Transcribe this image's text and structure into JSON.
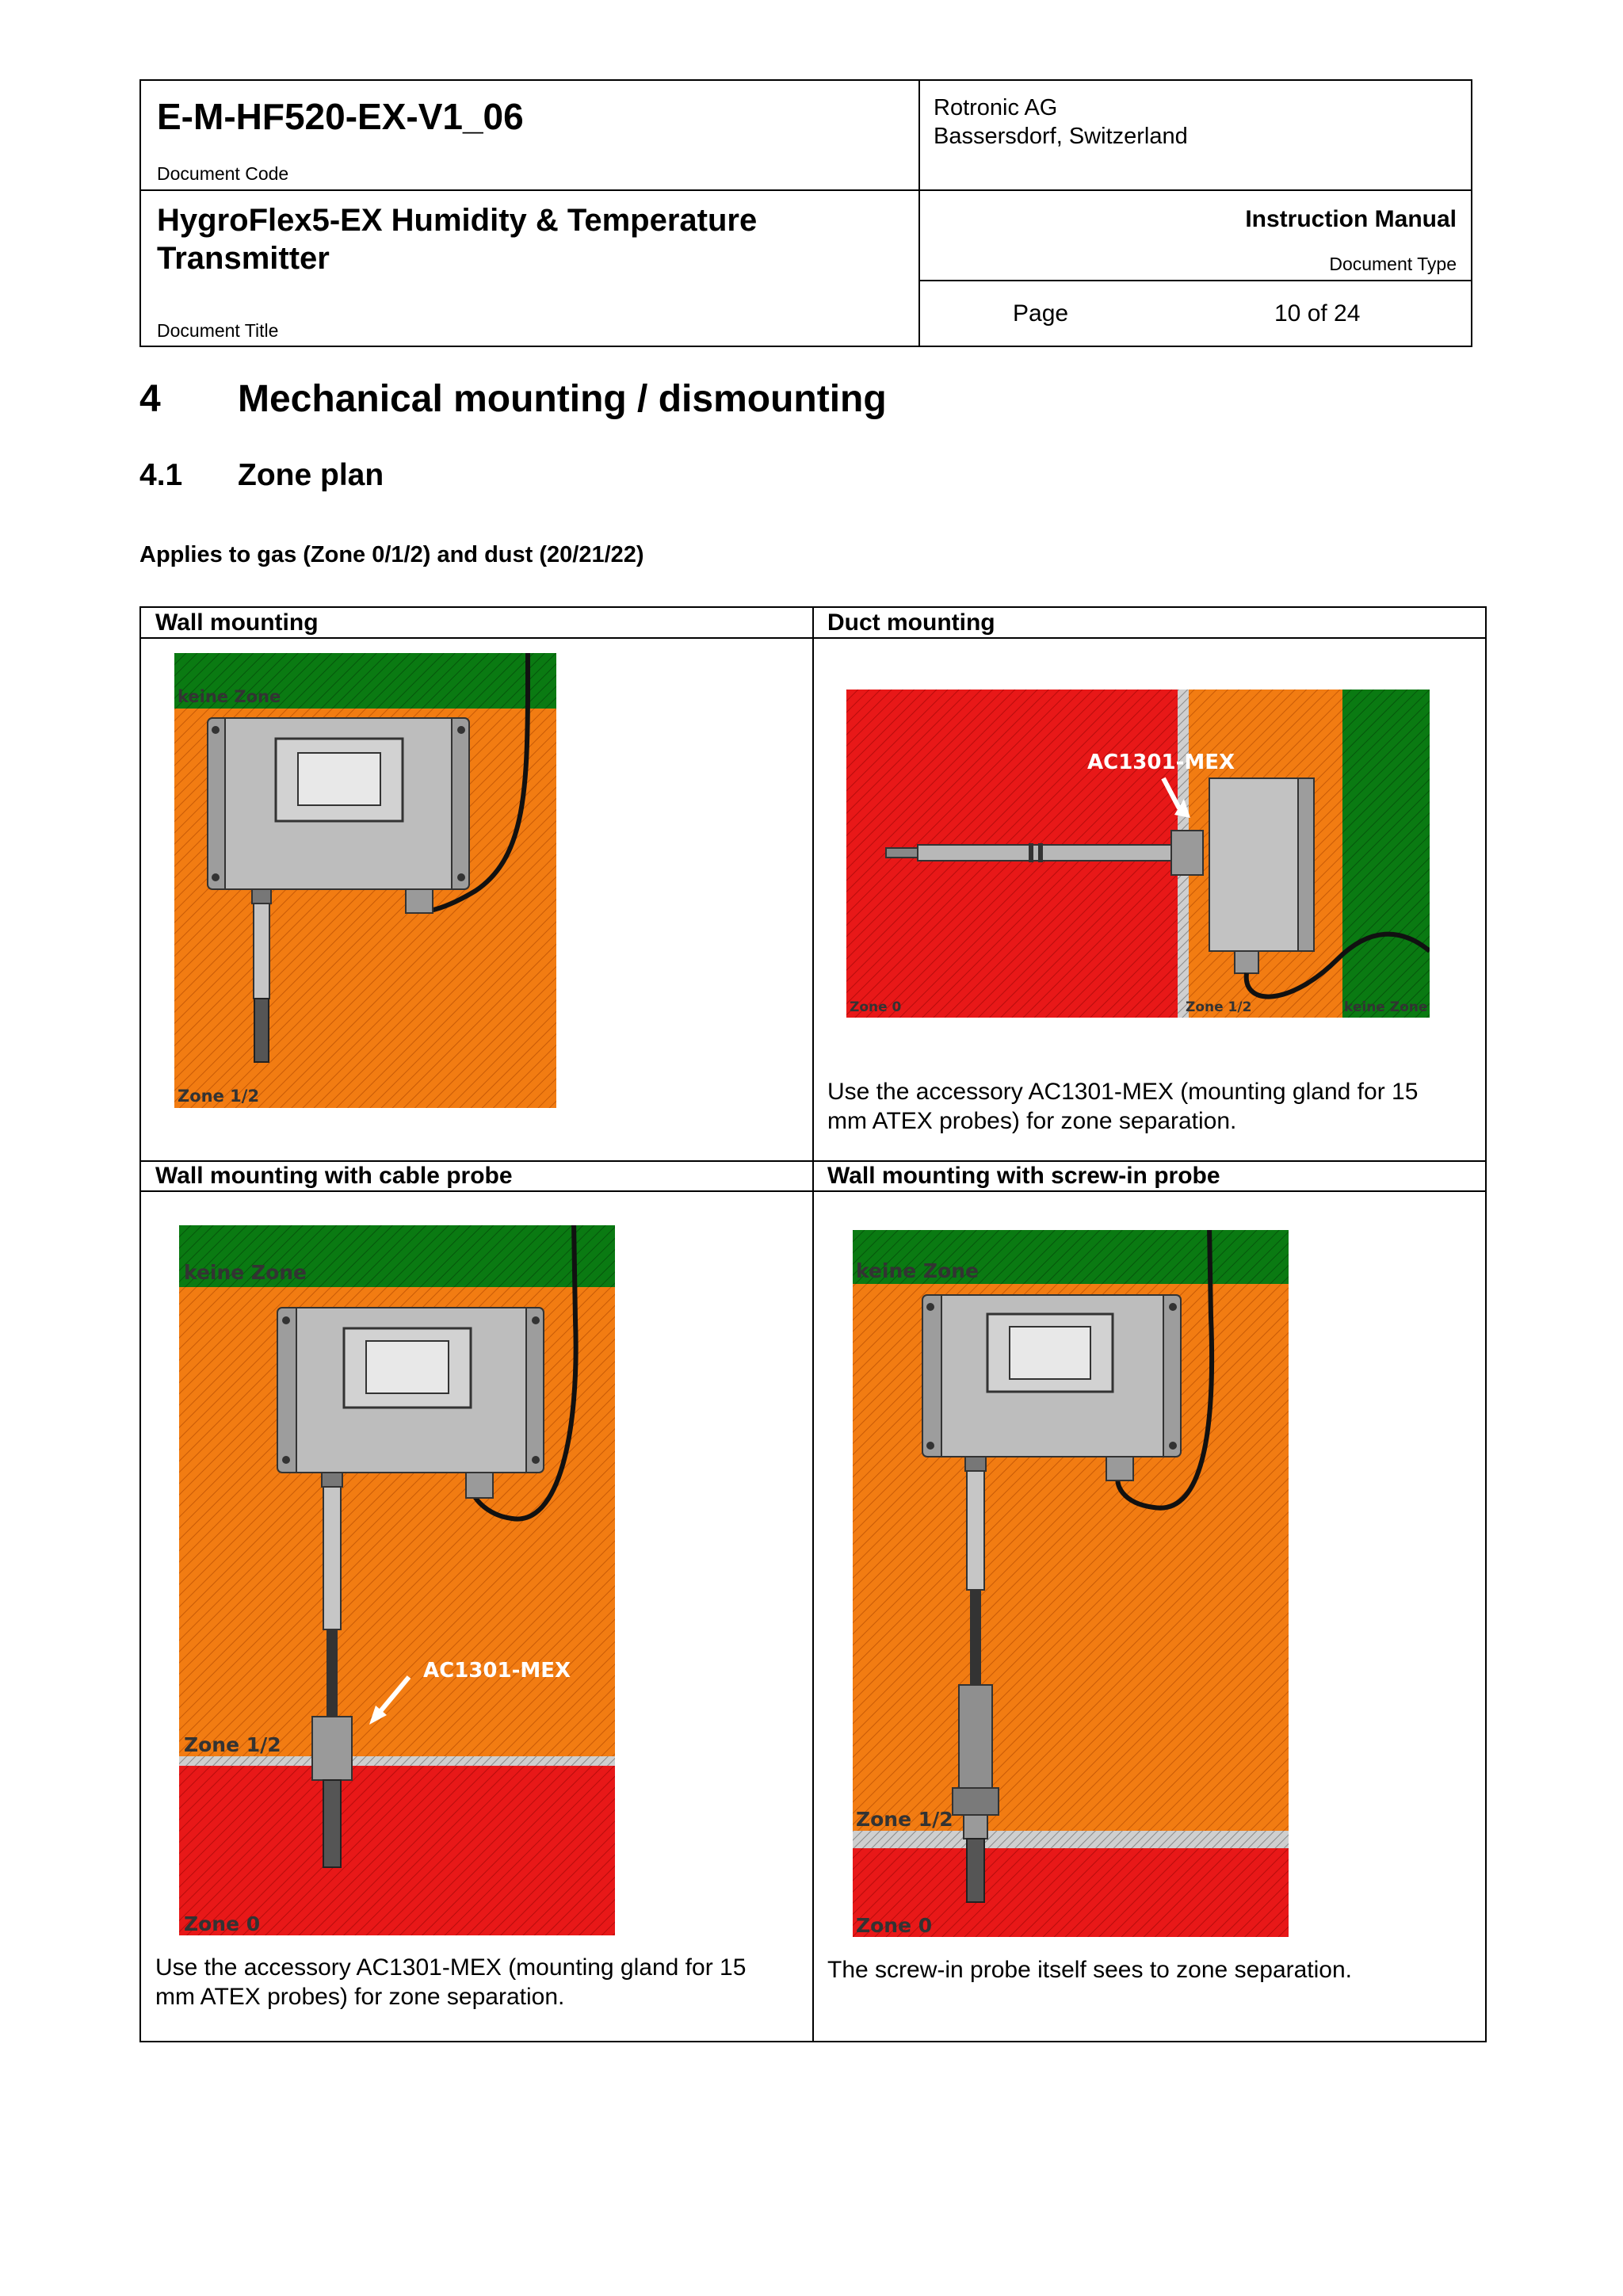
{
  "header": {
    "document_code": "E-M-HF520-EX-V1_06",
    "document_code_label": "Document Code",
    "company_line1": "Rotronic AG",
    "company_line2": "Bassersdorf, Switzerland",
    "document_title_line1": "HygroFlex5-EX Humidity & Temperature",
    "document_title_line2": "Transmitter",
    "document_title_label": "Document Title",
    "document_type": "Instruction Manual",
    "document_type_label": "Document Type",
    "page_label": "Page",
    "page_value": "10 of 24"
  },
  "section": {
    "number": "4",
    "title": "Mechanical mounting / dismounting"
  },
  "subsection": {
    "number": "4.1",
    "title": "Zone plan"
  },
  "applies_text": "Applies to gas (Zone 0/1/2) and dust (20/21/22)",
  "table": {
    "wall": {
      "header": "Wall mounting",
      "labels": {
        "top": "keine Zone",
        "bottom": "Zone 1/2"
      }
    },
    "duct": {
      "header": "Duct mounting",
      "accessory": "AC1301-MEX",
      "labels": {
        "left": "Zone 0",
        "middle": "Zone 1/2",
        "right": "keine Zone"
      },
      "caption": "Use the accessory AC1301-MEX (mounting gland for 15 mm ATEX probes) for zone separation."
    },
    "cable": {
      "header": "Wall mounting with cable probe",
      "accessory": "AC1301-MEX",
      "labels": {
        "top": "keine Zone",
        "middle": "Zone 1/2",
        "bottom": "Zone 0"
      },
      "caption": "Use the accessory AC1301-MEX (mounting gland for 15 mm ATEX probes) for zone separation."
    },
    "screw": {
      "header": "Wall mounting with screw-in probe",
      "labels": {
        "top": "keine Zone",
        "middle": "Zone 1/2",
        "bottom": "Zone 0"
      },
      "caption": "The screw-in probe itself sees to zone separation."
    }
  },
  "colors": {
    "green": "#0a7a12",
    "orange": "#f27c12",
    "red": "#e81818",
    "housing": "#b8b8b8"
  }
}
